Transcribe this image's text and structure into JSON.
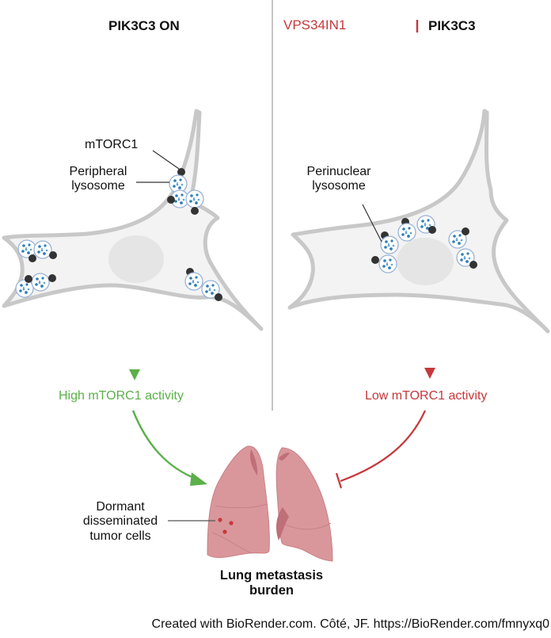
{
  "left_panel": {
    "title": "PIK3C3 ON",
    "labels": {
      "mtorc1": "mTORC1",
      "lysosome_line1": "Peripheral",
      "lysosome_line2": "lysosome"
    },
    "outcome": "High mTORC1 activity",
    "arrow_type": "activation"
  },
  "right_panel": {
    "inhibitor": "VPS34IN1",
    "target": "PIK3C3",
    "labels": {
      "lysosome_line1": "Perinuclear",
      "lysosome_line2": "lysosome"
    },
    "outcome": "Low mTORC1 activity",
    "arrow_type": "inhibition"
  },
  "bottom": {
    "organ": "lung-icon",
    "dtc_label_line1": "Dormant",
    "dtc_label_line2": "disseminated",
    "dtc_label_line3": "tumor cells",
    "title_line1": "Lung metastasis",
    "title_line2": "burden"
  },
  "credit": "Created with BioRender.com. Côté, JF. https://BioRender.com/fmnyxq0",
  "colors": {
    "activation_green": "#5bb04a",
    "inhibition_red": "#c6383b",
    "cell_fill": "#f3f3f3",
    "cell_outline": "#c8c8c8",
    "nucleus": "#e4e4e4",
    "lysosome_outline": "#9ab3d6",
    "lysosome_dots": "#2f7fb5",
    "mtorc1": "#333333",
    "lung": "#d9979b",
    "divider": "#999999"
  }
}
